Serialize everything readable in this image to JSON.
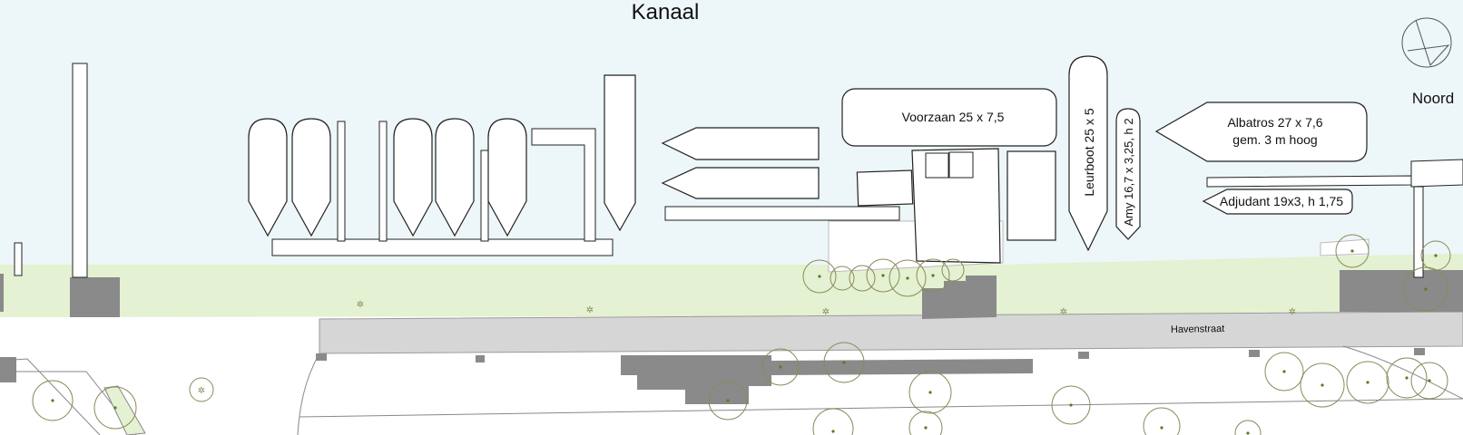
{
  "map": {
    "water_name": "Kanaal",
    "north_label": "Noord",
    "street_name": "Havenstraat",
    "vessels": {
      "voorzaan": "Voorzaan 25 x 7,5",
      "leurboot": "Leurboot 25 x 5",
      "amy": "Amy 16,7 x 3,25, h 2",
      "albatros_line1": "Albatros 27 x 7,6",
      "albatros_line2": "gem. 3 m hoog",
      "adjudant": "Adjudant 19x3, h 1,75"
    },
    "colors": {
      "water": "#edf6f8",
      "grass": "#e4f1d2",
      "road": "#d6d6d6",
      "building": "#8a8a8a",
      "vessel_fill": "#ffffff",
      "outline": "#222222",
      "tree": "#8b8a5a",
      "tree_dot": "#5f7a20"
    }
  }
}
